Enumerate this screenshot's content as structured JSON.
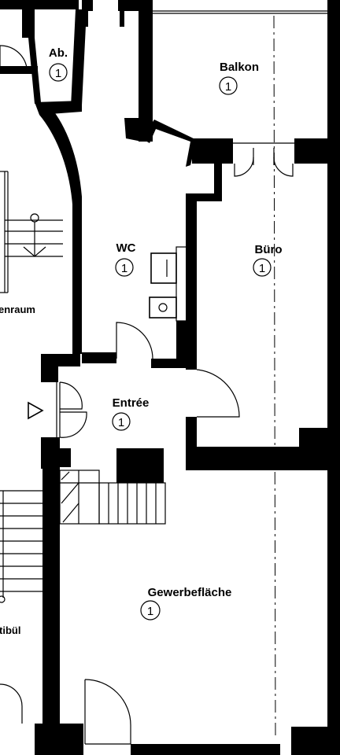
{
  "rooms": {
    "abstell": {
      "name": "Ab.",
      "number": "1"
    },
    "balkon": {
      "name": "Balkon",
      "number": "1"
    },
    "wc": {
      "name": "WC",
      "number": "1"
    },
    "buero": {
      "name": "Büro",
      "number": "1"
    },
    "entree": {
      "name": "Entrée",
      "number": "1"
    },
    "gewerbe": {
      "name": "Gewerbefläche",
      "number": "1"
    }
  },
  "cut_labels": {
    "left_room_a": "enraum",
    "left_room_b": "tibül"
  }
}
